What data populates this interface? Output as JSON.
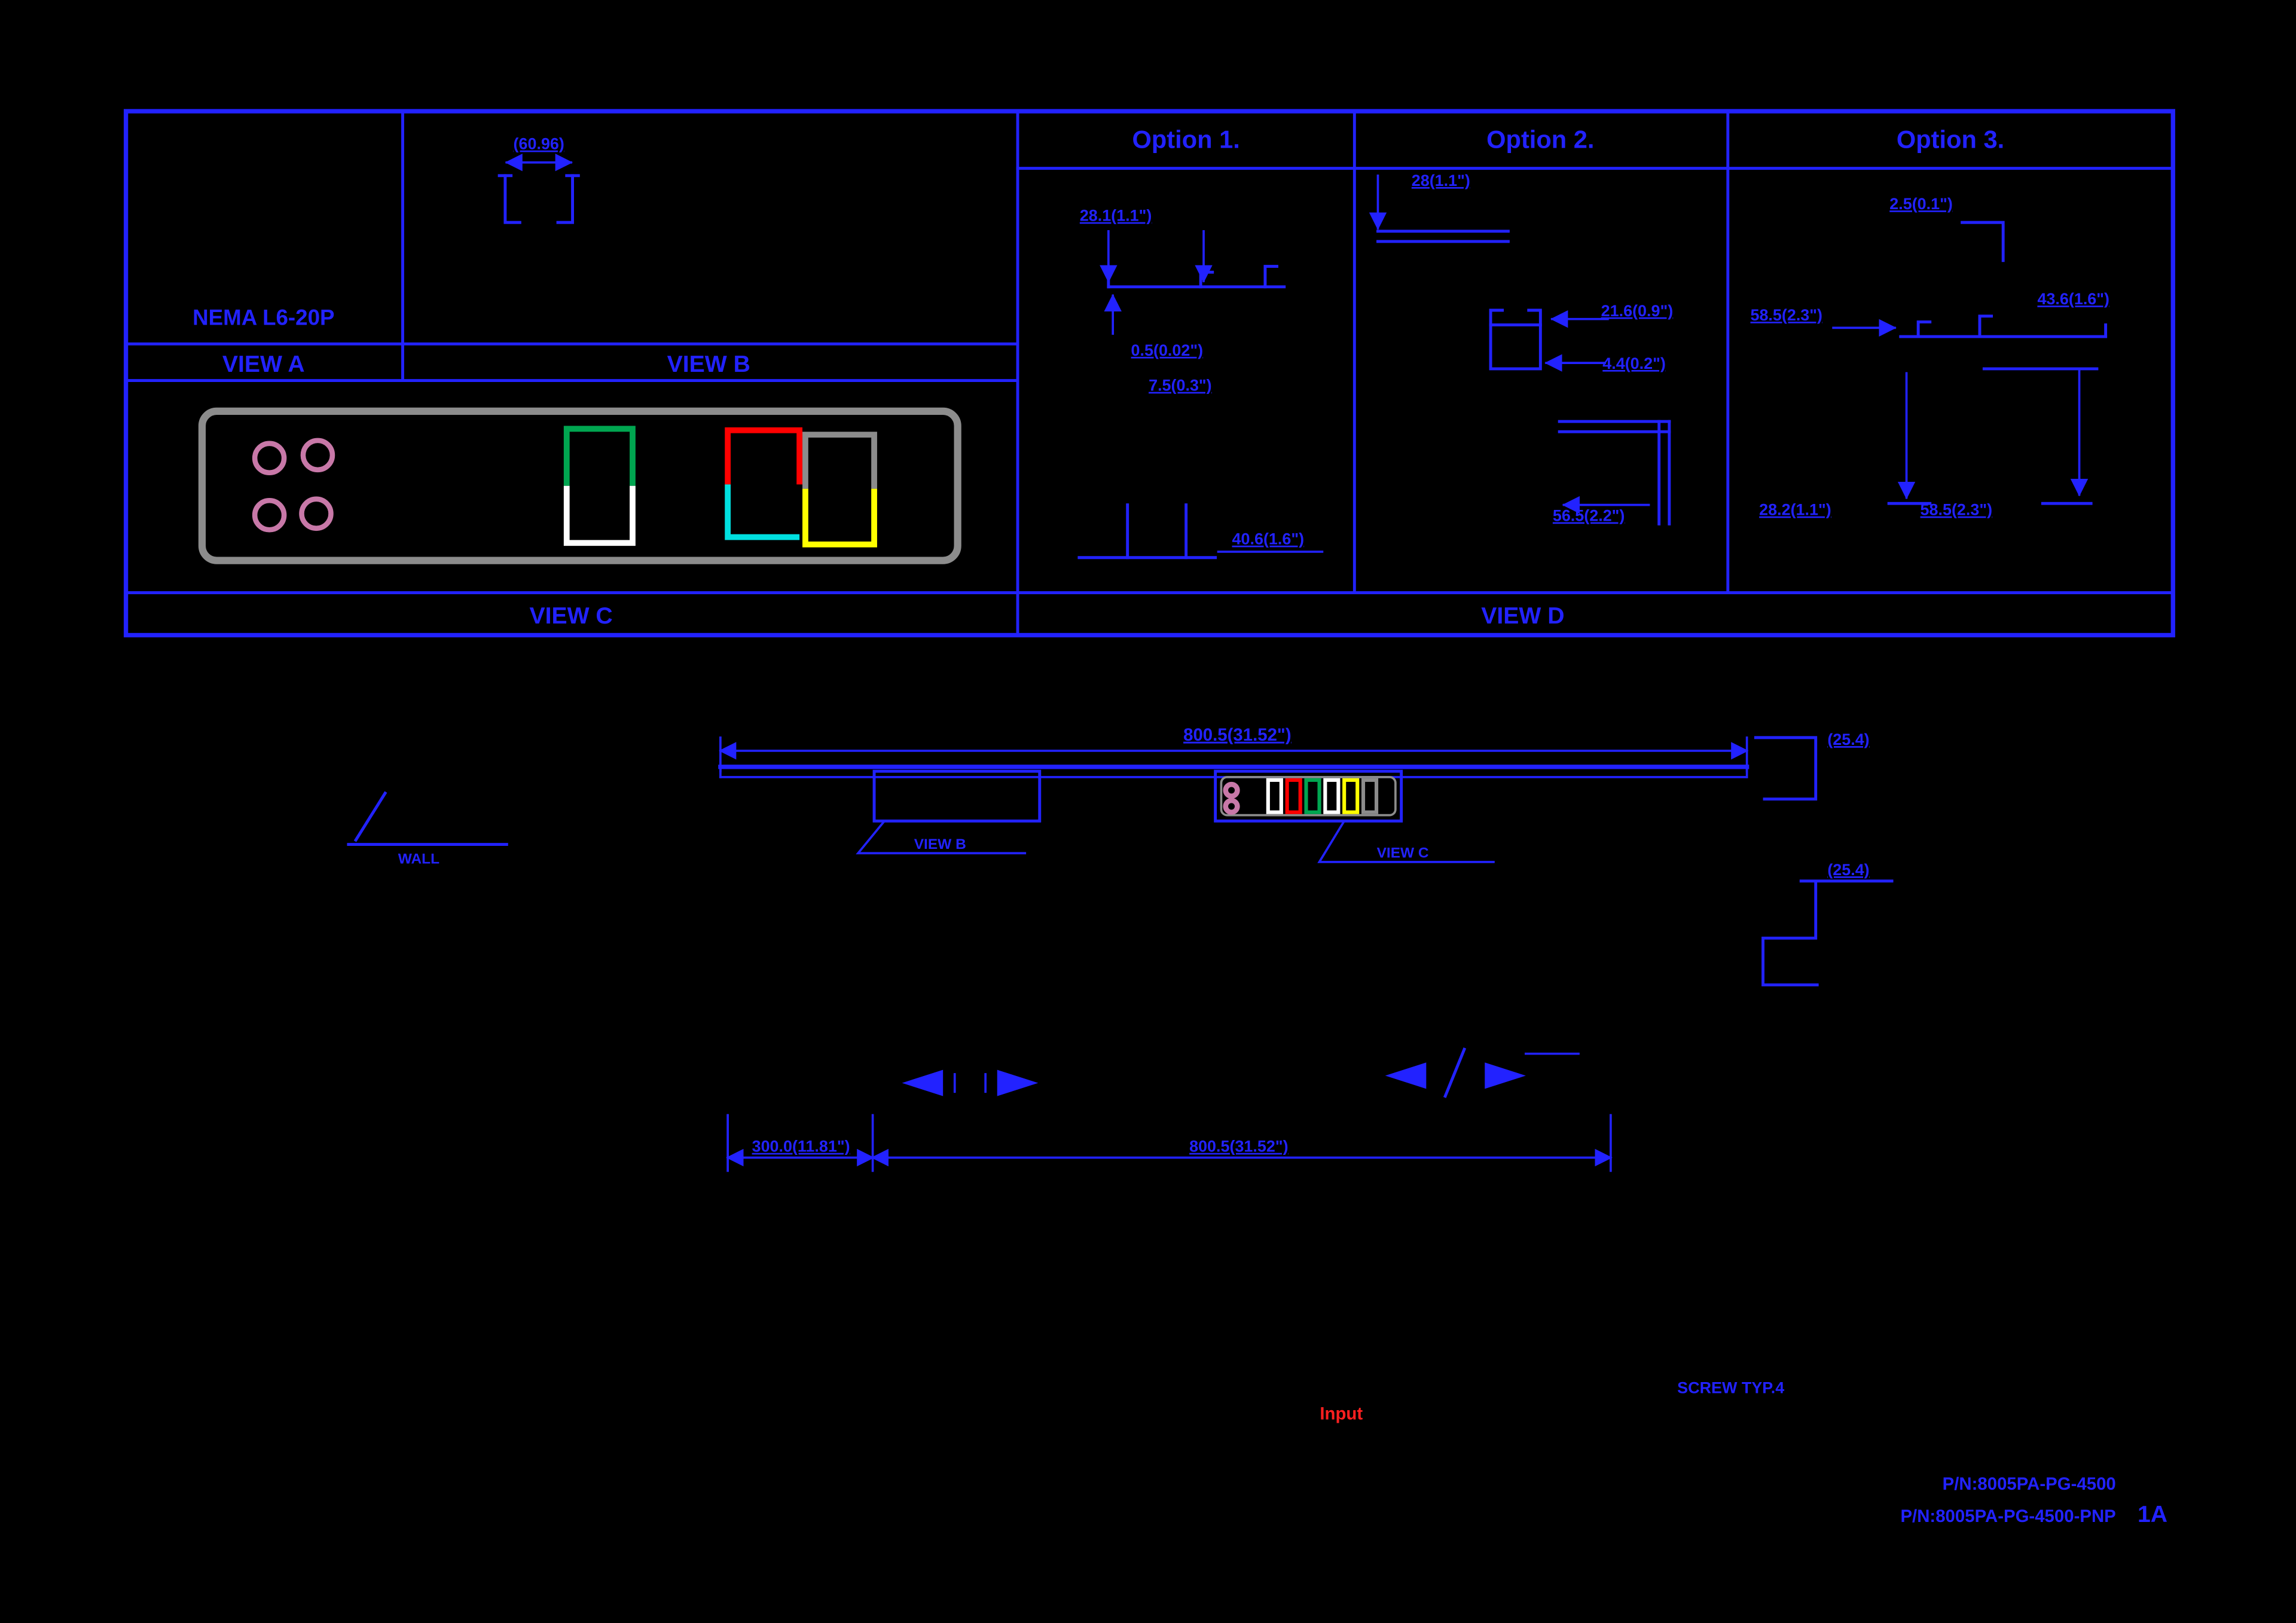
{
  "palette": {
    "background": "#000000",
    "line_blue": "#2222FF",
    "panel_gray": "#8C8C8C",
    "connector_pink": "#C878A8",
    "connector_green": "#00A550",
    "connector_red": "#FF0000",
    "connector_cyan": "#00E0E0",
    "connector_yellow": "#FFFF00",
    "connector_white": "#FFFFFF",
    "input_red": "#FF2020"
  },
  "table": {
    "nema_label": "NEMA L6-20P",
    "view_a": "VIEW A",
    "view_b": "VIEW B",
    "view_c": "VIEW C",
    "view_d": "VIEW D",
    "option1": "Option 1.",
    "option2": "Option 2.",
    "option3": "Option 3.",
    "view_b_dim": "(60.96)"
  },
  "option1_dims": {
    "top": "28.1(1.1\")",
    "mid1": "0.5(0.02\")",
    "mid2": "7.5(0.3\")",
    "bottom": "40.6(1.6\")"
  },
  "option2_dims": {
    "top": "28(1.1\")",
    "mid1": "21.6(0.9\")",
    "mid2": "4.4(0.2\")",
    "bottom": "56.5(2.2\")"
  },
  "option3_dims": {
    "top": "2.5(0.1\")",
    "left": "58.5(2.3\")",
    "right": "43.6(1.6\")",
    "bottom_left": "28.2(1.1\")",
    "bottom_right": "58.5(2.3\")"
  },
  "elevation": {
    "top_width": "800.5(31.52\")",
    "bottom_left_width": "300.0(11.81\")",
    "bottom_right_width": "800.5(31.52\")",
    "step_upper": "(25.4)",
    "step_lower": "(25.4)",
    "callout_left": "VIEW B",
    "callout_right": "VIEW C",
    "wall_label": "WALL"
  },
  "notes": {
    "screw": "SCREW TYP.4",
    "input": "Input",
    "pn_line1": "P/N:8005PA-PG-4500",
    "pn_line2": "P/N:8005PA-PG-4500-PNP",
    "rev": "1A"
  }
}
